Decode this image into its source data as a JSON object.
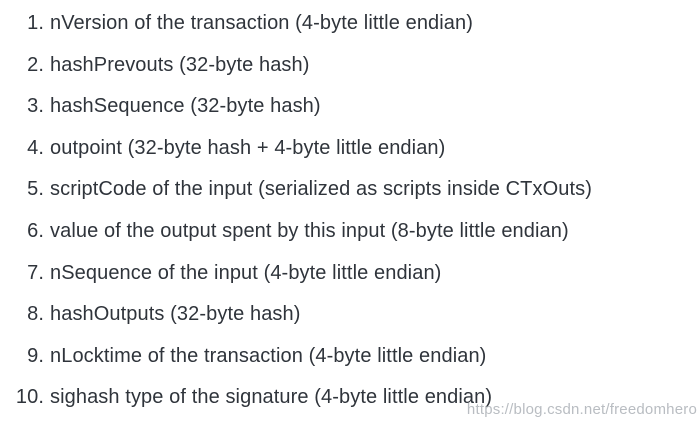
{
  "page": {
    "background": "#ffffff",
    "text_color": "#2f343b"
  },
  "list": {
    "items": [
      {
        "number": "1.",
        "text": "nVersion of the transaction (4-byte little endian)"
      },
      {
        "number": "2.",
        "text": "hashPrevouts (32-byte hash)"
      },
      {
        "number": "3.",
        "text": "hashSequence (32-byte hash)"
      },
      {
        "number": "4.",
        "text": "outpoint (32-byte hash + 4-byte little endian)"
      },
      {
        "number": "5.",
        "text": "scriptCode of the input (serialized as scripts inside CTxOuts)"
      },
      {
        "number": "6.",
        "text": "value of the output spent by this input (8-byte little endian)"
      },
      {
        "number": "7.",
        "text": "nSequence of the input (4-byte little endian)"
      },
      {
        "number": "8.",
        "text": "hashOutputs (32-byte hash)"
      },
      {
        "number": "9.",
        "text": "nLocktime of the transaction (4-byte little endian)"
      },
      {
        "number": "10.",
        "text": "sighash type of the signature (4-byte little endian)"
      }
    ]
  },
  "watermark": {
    "text": "https://blog.csdn.net/freedomhero",
    "color": "#b9bdc2"
  }
}
